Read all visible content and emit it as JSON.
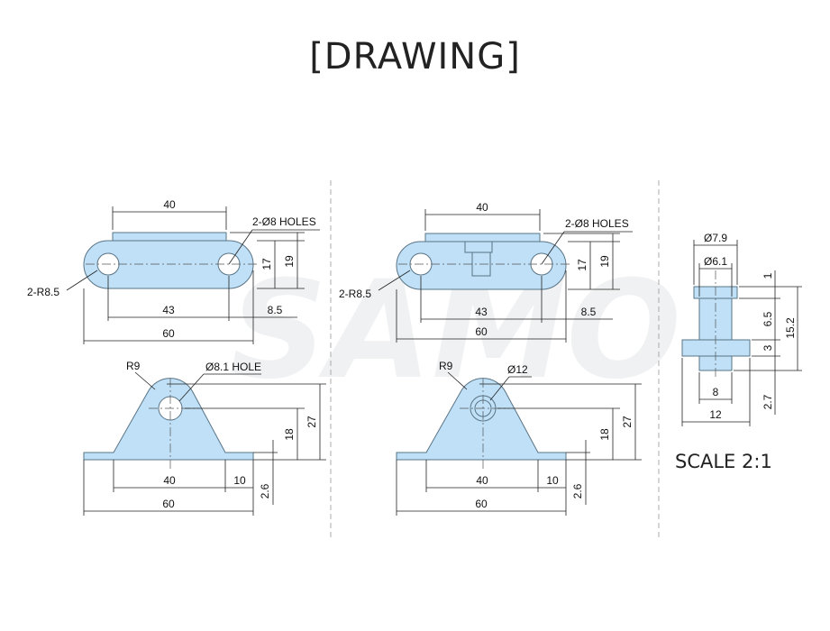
{
  "title": "[DRAWING]",
  "watermark": "SAMO",
  "scale_label": "SCALE 2:1",
  "colors": {
    "part_fill": "#bfe0f6",
    "part_stroke": "#5a7486",
    "dimension_line": "#222222"
  },
  "left_top": {
    "d40": "40",
    "holes": "2-Ø8 HOLES",
    "d17": "17",
    "d19": "19",
    "r85": "2-R8.5",
    "d43": "43",
    "d85": "8.5",
    "d60": "60"
  },
  "left_bottom": {
    "r9": "R9",
    "hole": "Ø8.1 HOLE",
    "d18": "18",
    "d27": "27",
    "d40": "40",
    "d10": "10",
    "d26": "2.6",
    "d60": "60"
  },
  "mid_top": {
    "d40": "40",
    "holes": "2-Ø8 HOLES",
    "d17": "17",
    "d19": "19",
    "r85": "2-R8.5",
    "d43": "43",
    "d85": "8.5",
    "d60": "60"
  },
  "mid_bottom": {
    "r9": "R9",
    "hole": "Ø12",
    "d18": "18",
    "d27": "27",
    "d40": "40",
    "d10": "10",
    "d26": "2.6",
    "d60": "60"
  },
  "pin": {
    "d79": "Ø7.9",
    "d61": "Ø6.1",
    "d1": "1",
    "d65": "6.5",
    "d3": "3",
    "d152": "15.2",
    "d27": "2.7",
    "d8": "8",
    "d12": "12"
  }
}
